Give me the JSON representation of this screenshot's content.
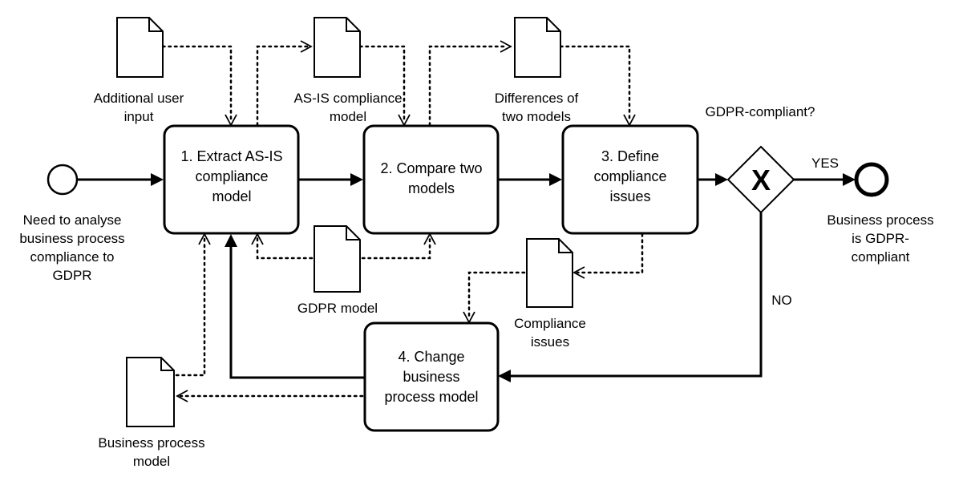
{
  "events": {
    "start": "Need to analyse business process compliance to GDPR",
    "end": "Business process is GDPR-compliant"
  },
  "tasks": {
    "extract": "1. Extract AS-IS compliance model",
    "compare": "2. Compare two models",
    "define": "3. Define compliance issues",
    "change": "4. Change business process model"
  },
  "gateway": {
    "label": "GDPR-compliant?",
    "symbol": "X",
    "yes": "YES",
    "no": "NO"
  },
  "documents": {
    "additional_input": "Additional user input",
    "asis_model": "AS-IS compliance model",
    "differences": "Differences of two models",
    "gdpr_model": "GDPR model",
    "compliance_issues": "Compliance issues",
    "bp_model": "Business process model"
  }
}
